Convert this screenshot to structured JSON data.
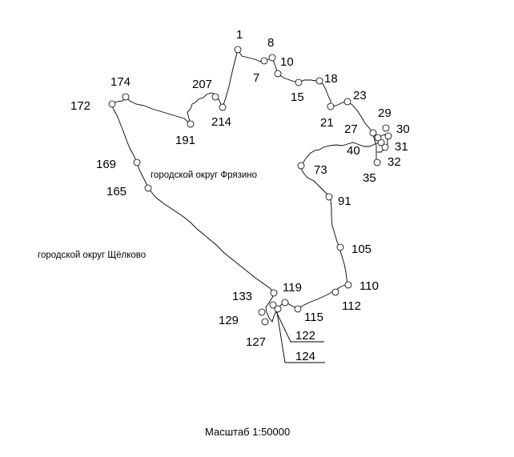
{
  "map": {
    "type": "boundary-plan",
    "boundary_points": [
      {
        "id": "1"
      },
      {
        "id": "7"
      },
      {
        "id": "8"
      },
      {
        "id": "10"
      },
      {
        "id": "15"
      },
      {
        "id": "18"
      },
      {
        "id": "21"
      },
      {
        "id": "23"
      },
      {
        "id": "27"
      },
      {
        "id": "29"
      },
      {
        "id": "30"
      },
      {
        "id": "31"
      },
      {
        "id": "32"
      },
      {
        "id": "35"
      },
      {
        "id": "40"
      },
      {
        "id": "73"
      },
      {
        "id": "91"
      },
      {
        "id": "105"
      },
      {
        "id": "110"
      },
      {
        "id": "112"
      },
      {
        "id": "115"
      },
      {
        "id": "119"
      },
      {
        "id": "122"
      },
      {
        "id": "124"
      },
      {
        "id": "127"
      },
      {
        "id": "129"
      },
      {
        "id": "133"
      },
      {
        "id": "165"
      },
      {
        "id": "169"
      },
      {
        "id": "172"
      },
      {
        "id": "174"
      },
      {
        "id": "191"
      },
      {
        "id": "207"
      },
      {
        "id": "214"
      }
    ],
    "region_labels": {
      "fryazino": "городской округ Фрязино",
      "shchelkovo": "городской округ Щёлково"
    },
    "scale_label": "Масштаб 1:50000"
  }
}
